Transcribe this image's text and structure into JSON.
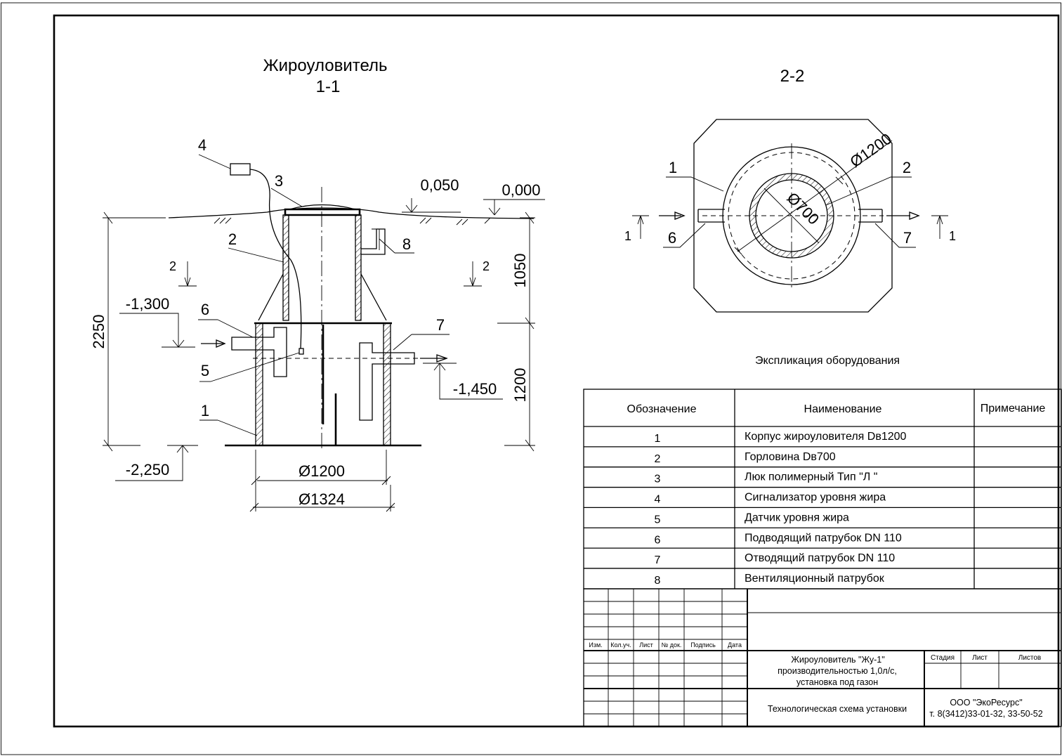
{
  "drawing": {
    "section_title_line1": "Жироуловитель",
    "section_title_line2": "1-1",
    "plan_title": "2-2",
    "leader_numbers": {
      "n1": "1",
      "n2": "2",
      "n3": "3",
      "n4": "4",
      "n5": "5",
      "n6": "6",
      "n7": "7",
      "n8": "8"
    },
    "section_marks": {
      "left": "2",
      "right": "2",
      "plan_left": "1",
      "plan_right": "1"
    },
    "levels": {
      "cover": "0,050",
      "ground": "0,000",
      "inlet": "-1,300",
      "outlet": "-1,450",
      "bottom": "-2,250"
    },
    "dimensions": {
      "total_height": "2250",
      "neck_height": "1050",
      "body_height": "1200",
      "inner_diameter": "Ø1200",
      "outer_diameter": "Ø1324"
    },
    "plan_dimensions": {
      "outer": "Ø1200",
      "inner": "Ø700"
    }
  },
  "explication": {
    "title": "Экспликация оборудования",
    "headers": [
      "Обозначение",
      "Наименование",
      "Примечание"
    ],
    "rows": [
      {
        "id": "1",
        "name": "Корпус жироуловителя Dв1200",
        "note": ""
      },
      {
        "id": "2",
        "name": "Горловина Dв700",
        "note": ""
      },
      {
        "id": "3",
        "name": "Люк полимерный Тип \"Л \"",
        "note": ""
      },
      {
        "id": "4",
        "name": "Сигнализатор уровня жира",
        "note": ""
      },
      {
        "id": "5",
        "name": "Датчик уровня жира",
        "note": ""
      },
      {
        "id": "6",
        "name": "Подводящий патрубок DN 110",
        "note": ""
      },
      {
        "id": "7",
        "name": "Отводящий патрубок DN 110",
        "note": ""
      },
      {
        "id": "8",
        "name": "Вентиляционный патрубок",
        "note": ""
      }
    ]
  },
  "title_block": {
    "columns": [
      "Изм.",
      "Кол.уч.",
      "Лист",
      "№ док.",
      "Подпись",
      "Дата"
    ],
    "stage_labels": [
      "Стадия",
      "Лист",
      "Листов"
    ],
    "project_line1": "Жироуловитель \"Жу-1\"",
    "project_line2": "производительностью 1,0л/с,",
    "project_line3": "установка под газон",
    "sheet_name": "Технологическая схема установки",
    "company": "ООО \"ЭкоРесурс\"",
    "phone": "т. 8(3412)33-01-32, 33-50-52"
  }
}
